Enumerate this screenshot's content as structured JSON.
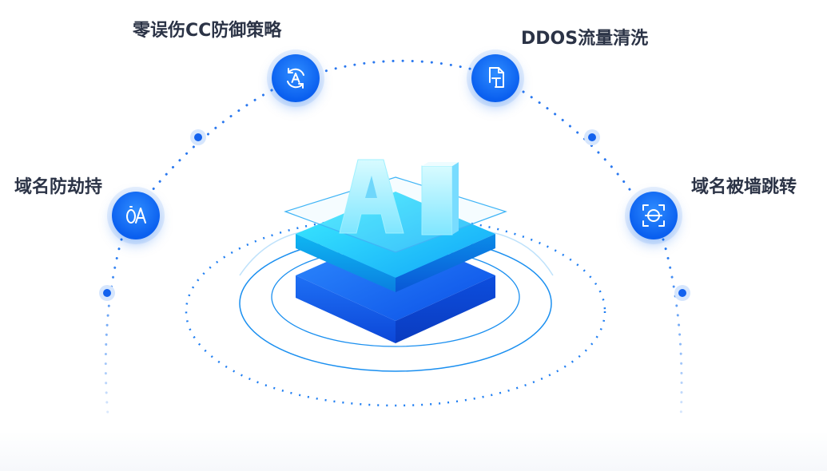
{
  "features": [
    {
      "id": "zero-fp-cc",
      "label": "零误伤CC防御策略",
      "icon": "refresh-a-icon"
    },
    {
      "id": "ddos",
      "label": "DDOS流量清洗",
      "icon": "document-t-icon"
    },
    {
      "id": "hijack",
      "label": "域名防劫持",
      "icon": "oa-icon"
    },
    {
      "id": "wall",
      "label": "域名被墙跳转",
      "icon": "face-scan-icon"
    }
  ],
  "center": {
    "text": "AI",
    "icon": "ai-stack-icon"
  },
  "colors": {
    "primary": "#0a5fef",
    "text": "#2b3346",
    "cyan": "#19d3f5"
  }
}
